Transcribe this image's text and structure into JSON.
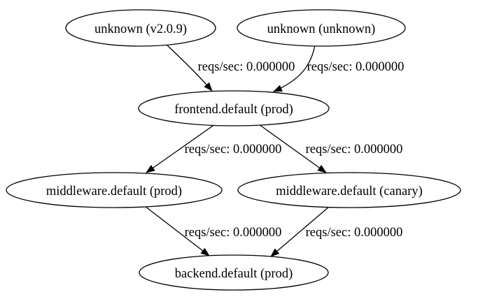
{
  "diagram": {
    "kind": "directed-service-graph",
    "background_color": "#ffffff",
    "node_fill_color": "#ffffff",
    "node_stroke_color": "#000000",
    "edge_color": "#000000",
    "text_color": "#000000",
    "nodes": [
      {
        "id": "unknown_v2_0_9",
        "label": "unknown (v2.0.9)"
      },
      {
        "id": "unknown_unknown",
        "label": "unknown (unknown)"
      },
      {
        "id": "frontend_default_prod",
        "label": "frontend.default (prod)"
      },
      {
        "id": "middleware_default_prod",
        "label": "middleware.default (prod)"
      },
      {
        "id": "middleware_default_canary",
        "label": "middleware.default (canary)"
      },
      {
        "id": "backend_default_prod",
        "label": "backend.default (prod)"
      }
    ],
    "edges": [
      {
        "from": "unknown (v2.0.9)",
        "to": "frontend.default (prod)",
        "label": "reqs/sec: 0.000000"
      },
      {
        "from": "unknown (unknown)",
        "to": "frontend.default (prod)",
        "label": "reqs/sec: 0.000000"
      },
      {
        "from": "frontend.default (prod)",
        "to": "middleware.default (prod)",
        "label": "reqs/sec: 0.000000"
      },
      {
        "from": "frontend.default (prod)",
        "to": "middleware.default (canary)",
        "label": "reqs/sec: 0.000000"
      },
      {
        "from": "middleware.default (prod)",
        "to": "backend.default (prod)",
        "label": "reqs/sec: 0.000000"
      },
      {
        "from": "middleware.default (canary)",
        "to": "backend.default (prod)",
        "label": "reqs/sec: 0.000000"
      }
    ]
  }
}
